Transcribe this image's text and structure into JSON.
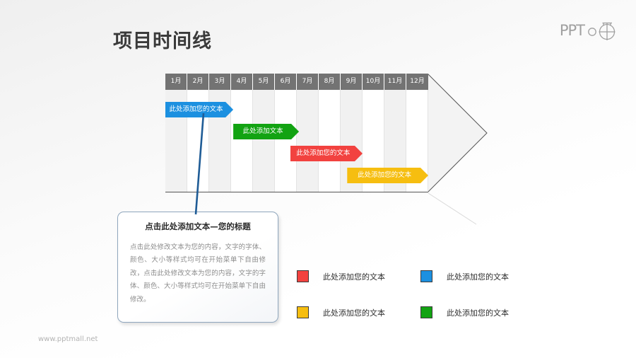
{
  "header": {
    "title": "项目时间线",
    "logo_text": "PPT",
    "logo_icon": "circle-cross-icon"
  },
  "chart_data": {
    "type": "bar",
    "title": "项目时间线",
    "xlabel": "",
    "ylabel": "",
    "categories": [
      "1月",
      "2月",
      "3月",
      "4月",
      "5月",
      "6月",
      "7月",
      "8月",
      "9月",
      "10月",
      "11月",
      "12月"
    ],
    "xlim": [
      1,
      12
    ],
    "grid": true,
    "legend_position": "bottom-right",
    "series": [
      {
        "name": "此处添加您的文本",
        "label": "此处添加您的文本",
        "color": "#1C90E0",
        "start_month": 1,
        "end_month": 4.1,
        "row": 1
      },
      {
        "name": "此处添加文本",
        "label": "此处添加文本",
        "color": "#12A312",
        "start_month": 4.1,
        "end_month": 7.1,
        "row": 2
      },
      {
        "name": "此处添加您的文本",
        "label": "此处添加您的文本",
        "color": "#F2423F",
        "start_month": 6.7,
        "end_month": 10.0,
        "row": 3
      },
      {
        "name": "此处添加您的文本",
        "label": "此处添加您的文本",
        "color": "#F6BE10",
        "start_month": 9.3,
        "end_month": 13.0,
        "row": 4
      }
    ]
  },
  "callout": {
    "title": "点击此处添加文本—您的标题",
    "body": "点击此处修改文本为您的内容，文字的字体、颜色、大小等样式均可在开始菜单下自由修改，点击此处修改文本为您的内容，文字的字体、颜色、大小等样式均可在开始菜单下自由修改。"
  },
  "legend": {
    "items": [
      {
        "label": "此处添加您的文本",
        "color": "#F2423F",
        "swatch_name": "legend-swatch-red"
      },
      {
        "label": "此处添加您的文本",
        "color": "#1C90E0",
        "swatch_name": "legend-swatch-blue"
      },
      {
        "label": "此处添加您的文本",
        "color": "#F6BE10",
        "swatch_name": "legend-swatch-yellow"
      },
      {
        "label": "此处添加您的文本",
        "color": "#12A312",
        "swatch_name": "legend-swatch-green"
      }
    ]
  },
  "footer": {
    "url": "www.pptmall.net"
  },
  "colors": {
    "blue": "#1C90E0",
    "green": "#12A312",
    "red": "#F2423F",
    "yellow": "#F6BE10",
    "header_gray": "#737373",
    "stripe_gray": "#F1F1F1",
    "title_gray": "#3A3A3A",
    "body_gray": "#8D8D8D",
    "callout_border": "#8FA6BD",
    "connector_blue": "#1F5C96"
  }
}
